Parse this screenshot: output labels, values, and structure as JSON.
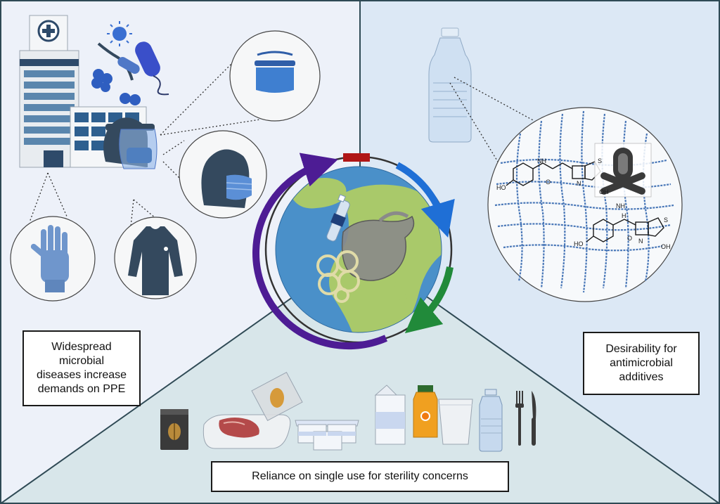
{
  "labels": {
    "ppe": "Widespread\nmicrobial\ndiseases increase\ndemands on PPE",
    "antimicrobial": "Desirability for\nantimicrobial\nadditives",
    "single_use": "Reliance on single use for sterility concerns"
  },
  "molecule": {
    "ho_top": "HO",
    "nh_top": "NH",
    "o_top": "O",
    "n_top": "N",
    "s_top": "S",
    "oh_top": "OH",
    "ho_bottom": "HO",
    "h_bottom": "H",
    "n_bottom": "N",
    "o_bottom": "O",
    "s_bottom": "S",
    "oh_bottom": "OH",
    "nh2_label": "NH"
  },
  "colors": {
    "panel_left": "#edf1f9",
    "panel_right": "#dce8f5",
    "panel_bottom": "#d8e6ea",
    "divider": "#2f4a55",
    "ring_purple": "#4d1c94",
    "ring_blue": "#1f6fd6",
    "ring_green": "#218a3a",
    "ring_red": "#b01616",
    "ocean": "#4a90c9",
    "land": "#a9c96a",
    "ppe_blue": "#34495e",
    "glove_blue": "#6f96cc"
  },
  "icons": [
    "hospital-icon",
    "virus-icon",
    "bacteria-icon",
    "face-shield-icon",
    "mask-icon",
    "glove-icon",
    "gown-icon",
    "bottle-icon",
    "bacterium-crossbones-icon",
    "coffee-bag-icon",
    "meat-tray-icon",
    "snack-bag-icon",
    "yogurt-cups-icon",
    "milk-carton-icon",
    "juice-bottle-icon",
    "plastic-cup-icon",
    "water-bottle-icon",
    "fork-icon",
    "knife-icon",
    "earth-icon",
    "plastic-bag-icon",
    "six-pack-rings-icon"
  ]
}
